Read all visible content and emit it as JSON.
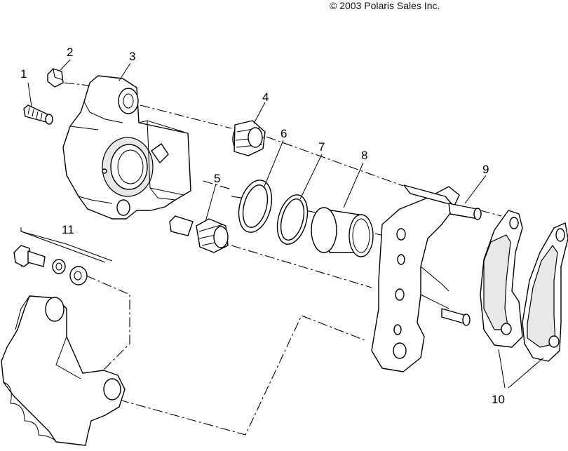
{
  "copyright": "© 2003 Polaris Sales Inc.",
  "callouts": [
    "1",
    "2",
    "3",
    "4",
    "5",
    "6",
    "7",
    "8",
    "9",
    "10",
    "11"
  ]
}
